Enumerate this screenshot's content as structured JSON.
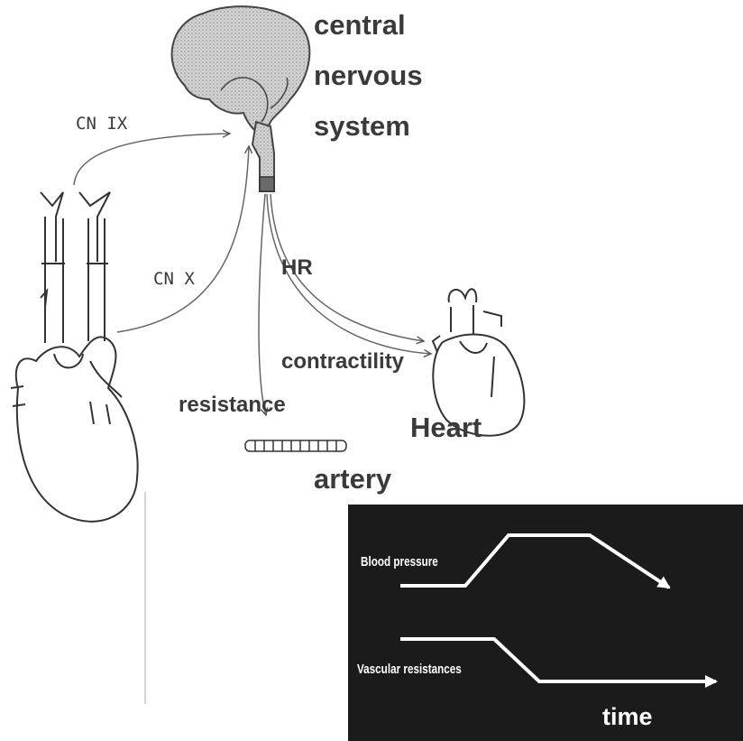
{
  "labels": {
    "cns_line1": "central",
    "cns_line2": "nervous",
    "cns_line3": "system",
    "cn_ix": "CN IX",
    "cn_x": "CN X",
    "hr": "HR",
    "contractility": "contractility",
    "resistance": "resistance",
    "heart": "Heart",
    "artery": "artery"
  },
  "graph": {
    "blood_pressure": "Blood pressure",
    "vascular_resistances": "Vascular resistances",
    "time": "time"
  }
}
